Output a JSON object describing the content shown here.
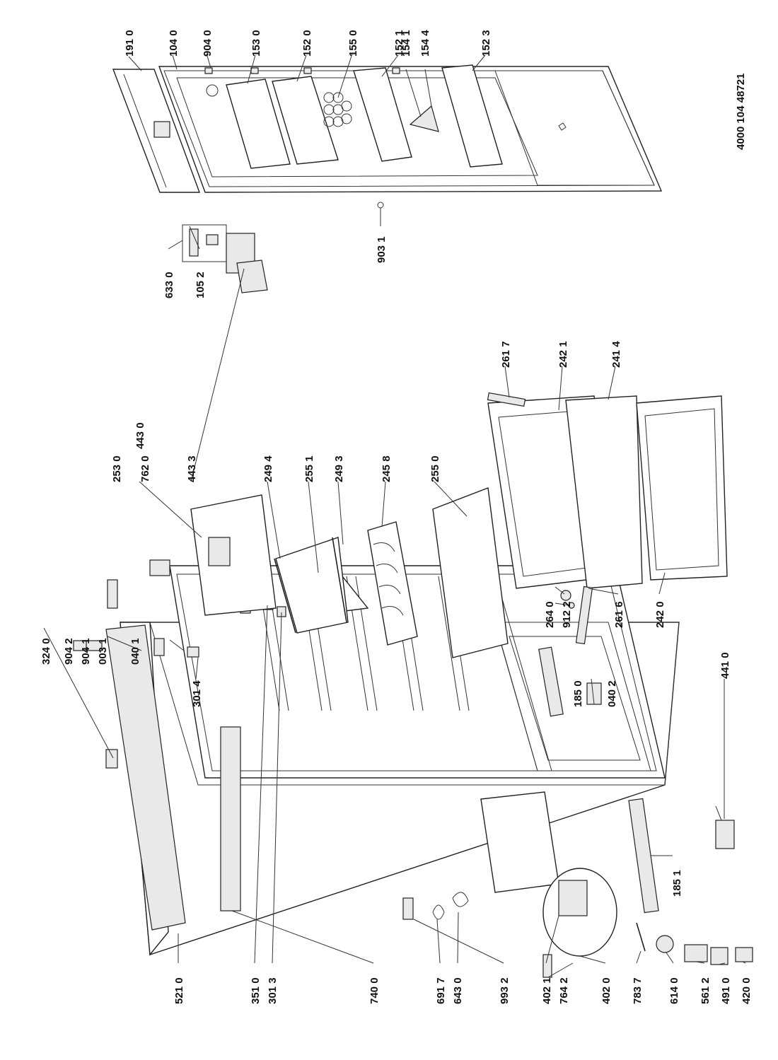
{
  "document_code": "4000 104 48721",
  "labels": {
    "l_1910": "191 0",
    "l_1040": "104 0",
    "l_9040": "904 0",
    "l_1530": "153 0",
    "l_1520": "152 0",
    "l_1550": "155 0",
    "l_1521": "152 1",
    "l_1541": "154 1",
    "l_1544": "154 4",
    "l_1523": "152 3",
    "l_6330": "633 0",
    "l_1052": "105 2",
    "l_9031": "903 1",
    "l_4430": "443 0",
    "l_4433": "443 3",
    "l_2530": "253 0",
    "l_7620": "762 0",
    "l_2494": "249 4",
    "l_2551": "255 1",
    "l_2493": "249 3",
    "l_2458": "245 8",
    "l_2550": "255 0",
    "l_2617": "261 7",
    "l_2421": "242 1",
    "l_2414": "241 4",
    "l_2640": "264 0",
    "l_9122": "912 2",
    "l_2616": "261 6",
    "l_2420": "242 0",
    "l_3240": "324 0",
    "l_9042": "904 2",
    "l_9041": "904 1",
    "l_0031": "003 1",
    "l_0401": "040 1",
    "l_3014": "301 4",
    "l_1850": "185 0",
    "l_0402": "040 2",
    "l_4410": "441 0",
    "l_5210": "521 0",
    "l_3510": "351 0",
    "l_3013": "301 3",
    "l_7400": "740 0",
    "l_6917": "691 7",
    "l_6430": "643 0",
    "l_9932": "993 2",
    "l_4021": "402 1",
    "l_7642": "764 2",
    "l_4020": "402 0",
    "l_7837": "783 7",
    "l_6140": "614 0",
    "l_5612": "561 2",
    "l_4910": "491 0",
    "l_4200": "420 0",
    "l_1851": "185 1"
  }
}
